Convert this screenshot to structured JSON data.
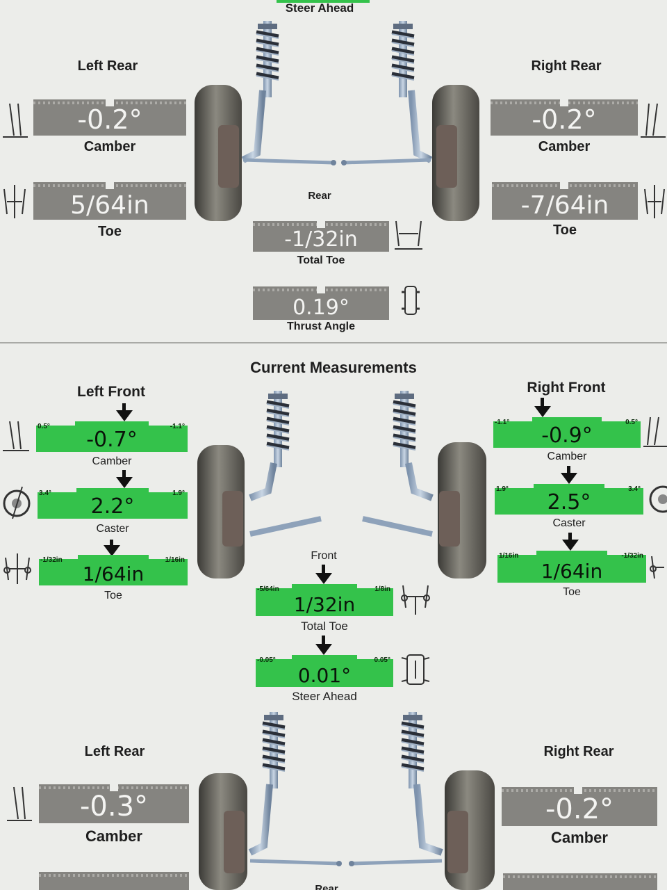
{
  "top_section": {
    "top_label": "Steer Ahead",
    "left_rear": {
      "title": "Left Rear",
      "camber_value": "-0.2°",
      "camber_label": "Camber",
      "toe_value": "5/64in",
      "toe_label": "Toe"
    },
    "right_rear": {
      "title": "Right Rear",
      "camber_value": "-0.2°",
      "camber_label": "Camber",
      "toe_value": "-7/64in",
      "toe_label": "Toe"
    },
    "axle_label": "Rear",
    "total_toe": {
      "value": "-1/32in",
      "label": "Total Toe"
    },
    "thrust": {
      "value": "0.19°",
      "label": "Thrust Angle"
    }
  },
  "current": {
    "heading": "Current Measurements",
    "left_front": {
      "title": "Left Front",
      "camber": {
        "value": "-0.7°",
        "label": "Camber",
        "min": "0.5°",
        "max": "-1.1°"
      },
      "caster": {
        "value": "2.2°",
        "label": "Caster",
        "min": "3.4°",
        "max": "1.9°"
      },
      "toe": {
        "value": "1/64in",
        "label": "Toe",
        "min": "-1/32in",
        "max": "1/16in"
      }
    },
    "right_front": {
      "title": "Right Front",
      "camber": {
        "value": "-0.9°",
        "label": "Camber",
        "min": "-1.1°",
        "max": "0.5°"
      },
      "caster": {
        "value": "2.5°",
        "label": "Caster",
        "min": "1.9°",
        "max": "3.4°"
      },
      "toe": {
        "value": "1/64in",
        "label": "Toe",
        "min": "1/16in",
        "max": "-1/32in"
      }
    },
    "axle_label": "Front",
    "total_toe": {
      "value": "1/32in",
      "label": "Total Toe",
      "min": "-5/64in",
      "max": "1/8in"
    },
    "steer_ahead": {
      "value": "0.01°",
      "label": "Steer Ahead",
      "min": "-0.05°",
      "max": "0.05°"
    }
  },
  "bottom_section": {
    "left_rear": {
      "title": "Left Rear",
      "camber_value": "-0.3°",
      "camber_label": "Camber"
    },
    "right_rear": {
      "title": "Right Rear",
      "camber_value": "-0.2°",
      "camber_label": "Camber"
    },
    "axle_label": "Rear"
  },
  "colors": {
    "gauge_gray": "#858480",
    "gauge_green": "#34c24b",
    "background": "#ecedea"
  }
}
